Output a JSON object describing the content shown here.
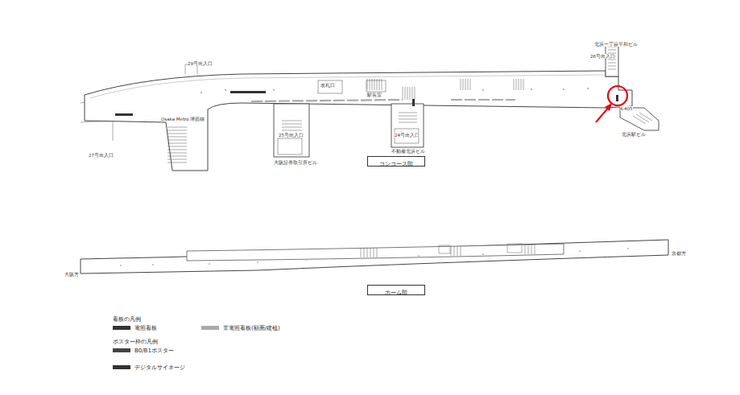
{
  "diagram": {
    "nodes": [
      {
        "text": [
          "コンコース階"
        ]
      },
      {
        "text": [
          "ホーム階"
        ]
      }
    ],
    "labels": [
      "29号出入口",
      "北浜一丁目平和ビル",
      "26号出入口",
      "北浜駅ビル",
      "Osaka Metro 堺筋線",
      "大阪証券取引所ビル",
      "不動産北浜ビル",
      "改札口",
      "駅長室",
      "27号出入口",
      "大阪方",
      "京都方",
      "看板の凡例",
      "ポスター枠の凡例",
      "25号出入口",
      "24号出入口",
      "K-405"
    ],
    "legend": [
      {
        "text": "電照看板",
        "color": "#333333"
      },
      {
        "text": "非電照看板(額面/建植)",
        "color": "#aaaaaa"
      },
      {
        "text": "B0/B1ポスター",
        "color": "#444444"
      },
      {
        "text": "デジタルサイネージ",
        "color": "#333333"
      }
    ]
  }
}
